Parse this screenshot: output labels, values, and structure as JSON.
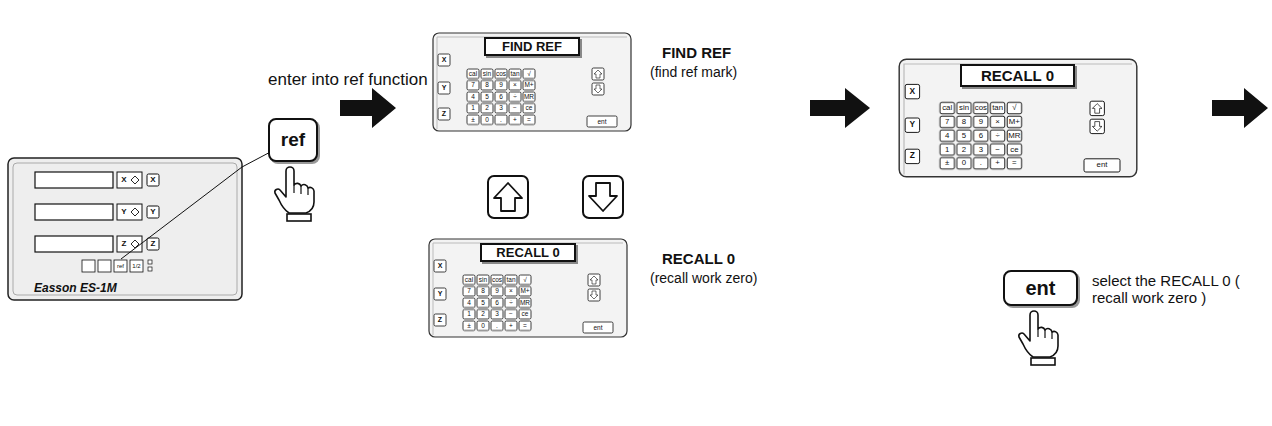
{
  "diagram": {
    "nodes": [
      {
        "text": [
          "Easson ES-1M"
        ]
      },
      {
        "text": [
          "ref"
        ]
      },
      {
        "text": [
          "FIND REF"
        ]
      },
      {
        "text": [
          "RECALL 0"
        ]
      },
      {
        "text": [
          "RECALL 0"
        ]
      },
      {
        "text": [
          "ent"
        ]
      }
    ],
    "edges": [
      {
        "from": 1,
        "to": 0,
        "arrow": "none"
      }
    ],
    "labels": [
      "enter into ref function",
      "X",
      "Y",
      "Z",
      "X",
      "Y",
      "Z",
      "ref",
      "1/2",
      "FIND REF",
      "(find ref mark)",
      "RECALL 0",
      "(recall work zero)",
      "select the RECALL 0 ( recall work zero )",
      "X",
      "Y",
      "Z",
      "cal",
      "sin",
      "cos",
      "tan",
      "√",
      "7",
      "8",
      "9",
      "×",
      "M+",
      "4",
      "5",
      "6",
      "÷",
      "MR",
      "1",
      "2",
      "3",
      "−",
      "ce",
      "±",
      "0",
      ".",
      "+",
      "=",
      "ent",
      "X",
      "Y",
      "Z",
      "cal",
      "sin",
      "cos",
      "tan",
      "√",
      "7",
      "8",
      "9",
      "×",
      "M+",
      "4",
      "5",
      "6",
      "÷",
      "MR",
      "1",
      "2",
      "3",
      "−",
      "ce",
      "±",
      "0",
      ".",
      "+",
      "=",
      "ent",
      "X",
      "Y",
      "Z",
      "cal",
      "sin",
      "cos",
      "tan",
      "√",
      "7",
      "8",
      "9",
      "×",
      "M+",
      "4",
      "5",
      "6",
      "÷",
      "MR",
      "1",
      "2",
      "3",
      "−",
      "ce",
      "±",
      "0",
      ".",
      "+",
      "=",
      "ent"
    ]
  }
}
